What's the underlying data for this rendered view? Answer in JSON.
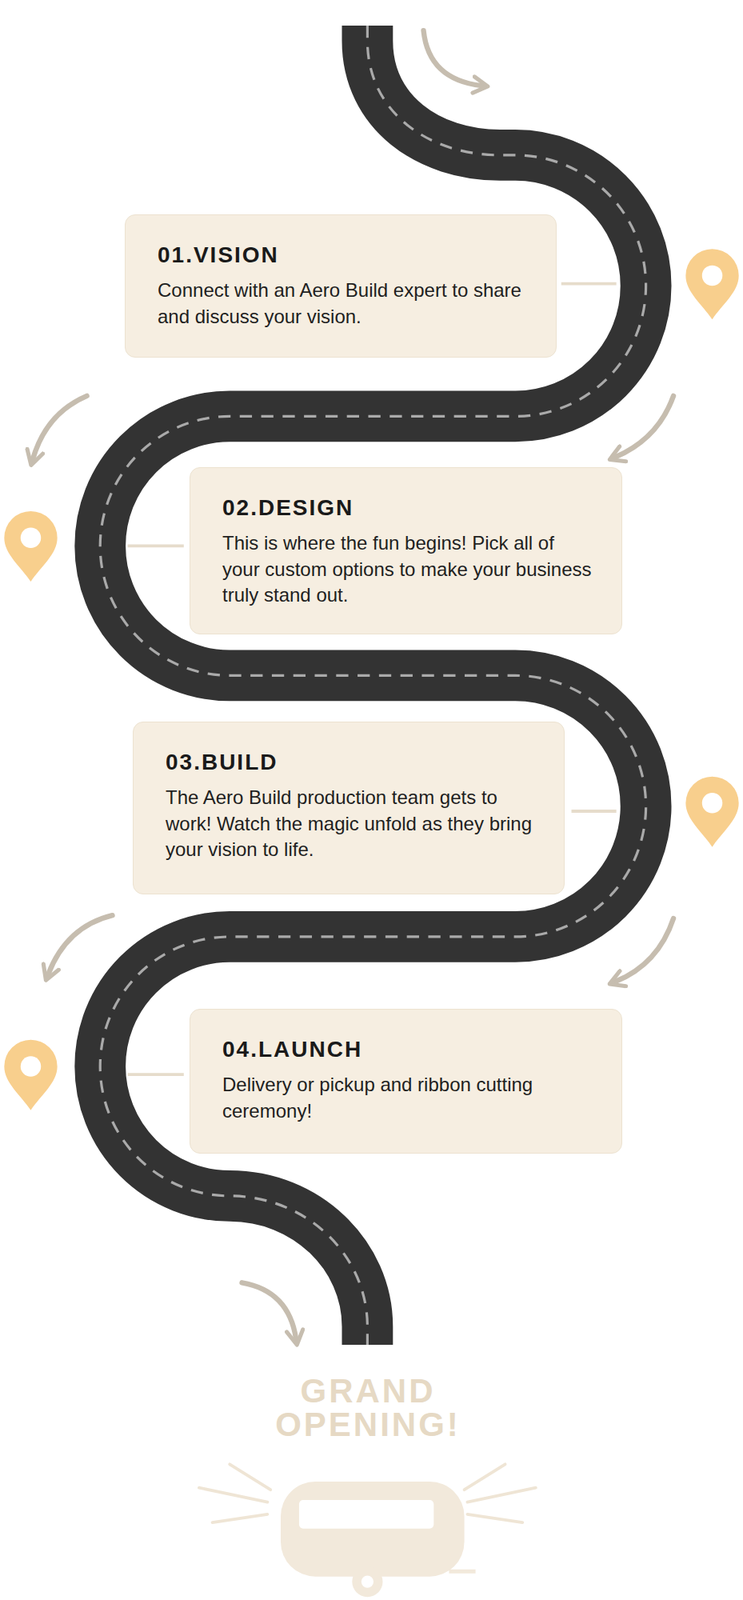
{
  "diagram": {
    "nodes": [
      {
        "text": [
          "01.VISION",
          "Connect with an Aero Build expert to share and discuss your vision."
        ]
      },
      {
        "text": [
          "02.DESIGN",
          "This is where the fun begins! Pick all of your custom options to make your business truly stand out."
        ]
      },
      {
        "text": [
          "03.BUILD",
          "The Aero Build production team gets to work! Watch the magic unfold as they bring your vision to life."
        ]
      },
      {
        "text": [
          "04.LAUNCH",
          "Delivery or pickup and ribbon cutting ceremony!"
        ]
      }
    ],
    "labels": [
      "GRAND OPENING!"
    ]
  }
}
